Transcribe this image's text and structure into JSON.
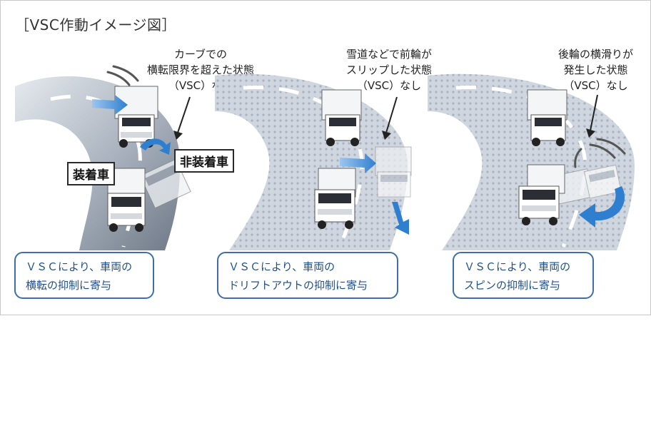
{
  "title": "［VSC作動イメージ図］",
  "panels": [
    {
      "annotation": [
        "カーブでの",
        "横転限界を超えた状態",
        "（VSC）なし"
      ],
      "labels": {
        "equipped": "装着車",
        "not_equipped": "非装着車"
      },
      "caption": [
        "ＶＳＣにより、車両の",
        "横転の抑制に寄与"
      ]
    },
    {
      "annotation": [
        "雪道などで前輪が",
        "スリップした状態",
        "（VSC）なし"
      ],
      "caption": [
        "ＶＳＣにより、車両の",
        "ドリフトアウトの抑制に寄与"
      ]
    },
    {
      "annotation": [
        "後輪の横滑りが",
        "発生した状態",
        "（VSC）なし"
      ],
      "caption": [
        "ＶＳＣにより、車両の",
        "スピンの抑制に寄与"
      ]
    }
  ],
  "colors": {
    "road_dark": "#8a94a2",
    "road_light": "#c9d0da",
    "arrow_blue": "#2f7fd0",
    "caption_border": "#3d6ea8",
    "caption_text": "#1f4f8c"
  }
}
